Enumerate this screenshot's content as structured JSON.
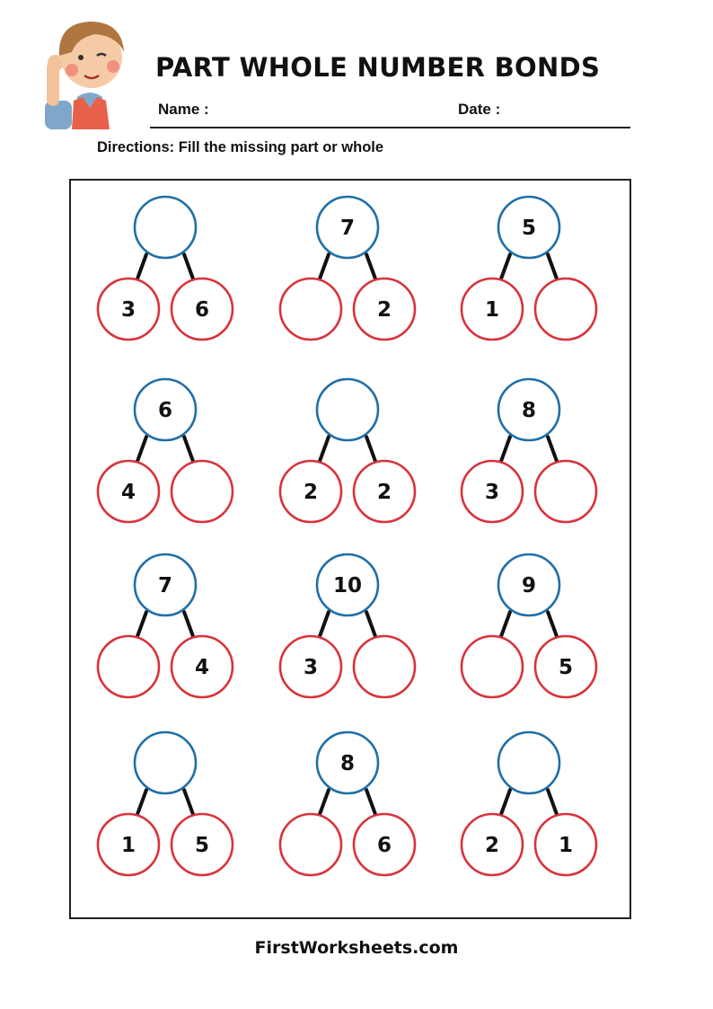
{
  "header": {
    "title": "PART WHOLE NUMBER BONDS",
    "name_label": "Name :",
    "date_label": "Date :"
  },
  "directions": "Directions: Fill the missing part or whole",
  "footer": "FirstWorksheets.com",
  "colors": {
    "whole_circle": "#1f6fa8",
    "part_circle": "#d8333c",
    "connector": "#111111"
  },
  "bonds": [
    {
      "whole": "",
      "left": "3",
      "right": "6"
    },
    {
      "whole": "7",
      "left": "",
      "right": "2"
    },
    {
      "whole": "5",
      "left": "1",
      "right": ""
    },
    {
      "whole": "6",
      "left": "4",
      "right": ""
    },
    {
      "whole": "",
      "left": "2",
      "right": "2"
    },
    {
      "whole": "8",
      "left": "3",
      "right": ""
    },
    {
      "whole": "7",
      "left": "",
      "right": "4"
    },
    {
      "whole": "10",
      "left": "3",
      "right": ""
    },
    {
      "whole": "9",
      "left": "",
      "right": "5"
    },
    {
      "whole": "",
      "left": "1",
      "right": "5"
    },
    {
      "whole": "8",
      "left": "",
      "right": "6"
    },
    {
      "whole": "",
      "left": "2",
      "right": "1"
    }
  ]
}
